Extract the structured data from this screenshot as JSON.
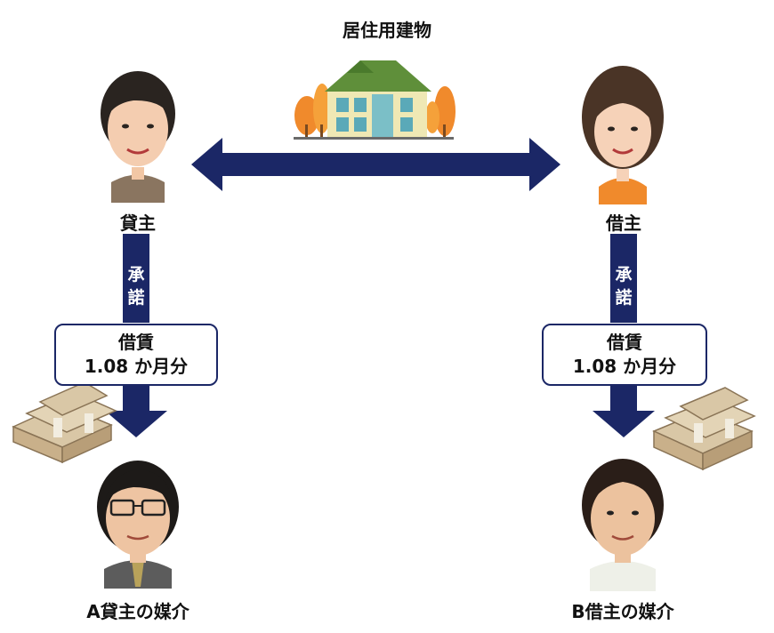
{
  "building": {
    "label": "居住用建物",
    "icon": "house-icon"
  },
  "lessor": {
    "label": "貸主",
    "icon": "woman-avatar-icon"
  },
  "lessee": {
    "label": "借主",
    "icon": "woman-avatar-icon"
  },
  "left_flow": {
    "consent_chars": [
      "承",
      "諾"
    ],
    "fee_line1": "借賃",
    "fee_line2": "1.08 か月分"
  },
  "right_flow": {
    "consent_chars": [
      "承",
      "諾"
    ],
    "fee_line1": "借賃",
    "fee_line2": "1.08 か月分"
  },
  "broker_a": {
    "label": "A貸主の媒介",
    "icon": "man-glasses-avatar-icon"
  },
  "broker_b": {
    "label": "B借主の媒介",
    "icon": "man-avatar-icon"
  },
  "money_icon": "cash-stack-icon",
  "colors": {
    "arrow": "#1b2766",
    "orange": "#f08a2c",
    "brown": "#8a7560"
  }
}
